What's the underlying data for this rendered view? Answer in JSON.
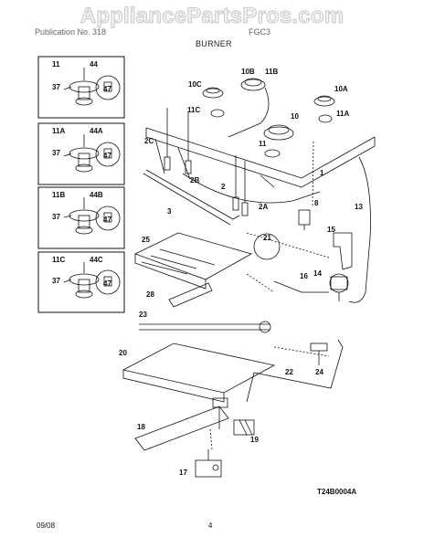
{
  "watermark": "AppliancePartsPros.com",
  "header": {
    "left": "Publication No. 318",
    "right": "FGC3",
    "section_title": "BURNER"
  },
  "footer": {
    "date": "09/08",
    "page": "4"
  },
  "diagram_code": "T24B0004A",
  "inset_panels": [
    {
      "id": "11",
      "callouts": [
        "11",
        "44",
        "37",
        "47"
      ]
    },
    {
      "id": "11A",
      "callouts": [
        "11A",
        "44A",
        "37",
        "47"
      ]
    },
    {
      "id": "11B",
      "callouts": [
        "11B",
        "44B",
        "37",
        "47"
      ]
    },
    {
      "id": "11C",
      "callouts": [
        "11C",
        "44C",
        "37",
        "47"
      ]
    }
  ],
  "callouts": {
    "c10": "10",
    "c10a": "10A",
    "c10b": "10B",
    "c10c": "10C",
    "c11": "11",
    "c11a": "11A",
    "c11b": "11B",
    "c11c": "11C",
    "c1": "1",
    "c2": "2",
    "c2a": "2A",
    "c2b": "2B",
    "c2c": "2C",
    "c3": "3",
    "c8": "8",
    "c13": "13",
    "c14": "14",
    "c15": "15",
    "c16": "16",
    "c17": "17",
    "c18": "18",
    "c19": "19",
    "c20": "20",
    "c21": "21",
    "c22": "22",
    "c23": "23",
    "c24": "24",
    "c25": "25",
    "c28": "28"
  }
}
